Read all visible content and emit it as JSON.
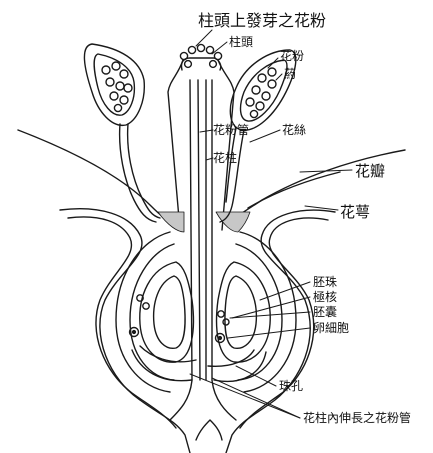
{
  "diagram": {
    "labels": {
      "germinating_pollen_on_stigma": "柱頭上發芽之花粉",
      "stigma": "柱頭",
      "pollen": "花粉",
      "anther": "葯",
      "pollen_tube": "花粉管",
      "filament": "花絲",
      "style": "花柱",
      "petal": "花瓣",
      "sepal": "花萼",
      "ovule": "胚珠",
      "polar_nuclei": "極核",
      "embryo_sac": "胚囊",
      "egg_cell": "卵細胞",
      "micropyle": "珠孔",
      "pollen_tube_in_style": "花柱內伸長之花粉管"
    },
    "colors": {
      "line": "#1a1a1a",
      "stipple": "#9a9a9a",
      "background": "#ffffff"
    }
  }
}
